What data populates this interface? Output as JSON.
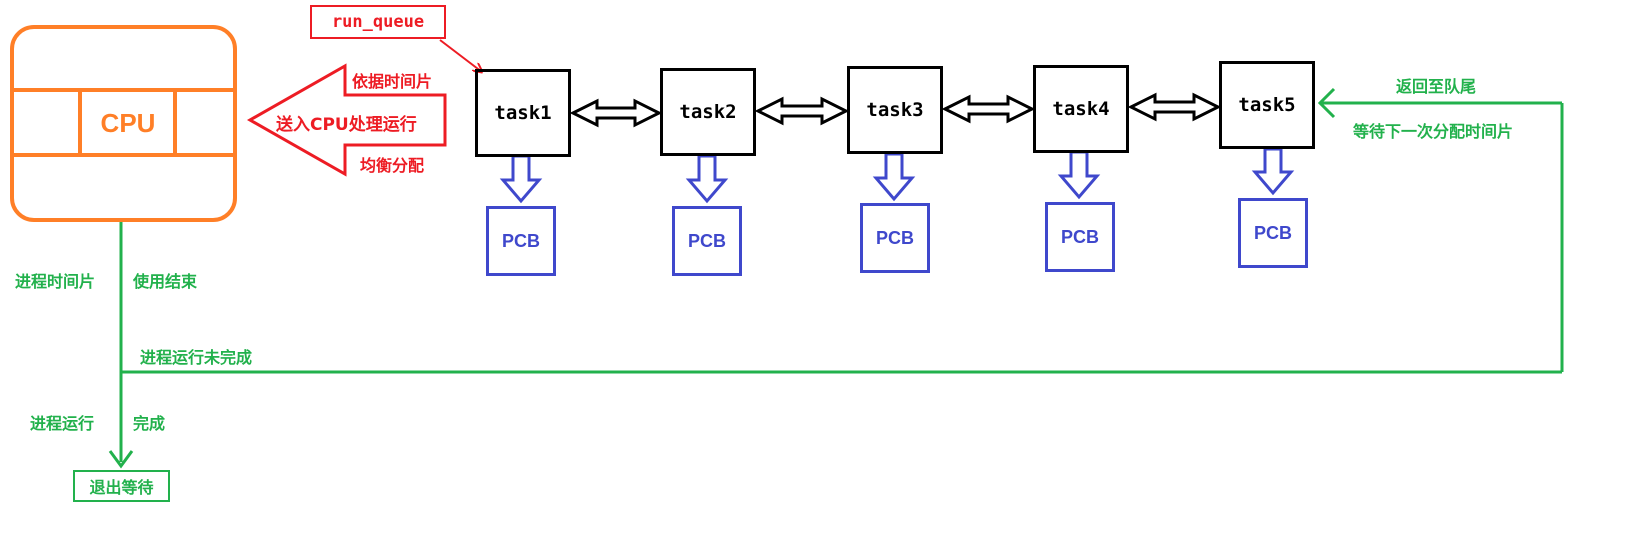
{
  "cpu": {
    "label": "CPU"
  },
  "run_queue": {
    "label": "run_queue"
  },
  "dispatch_arrow": {
    "top_text": "依据时间片",
    "middle_text": "送入CPU处理运行",
    "bottom_text": "均衡分配"
  },
  "tasks": [
    {
      "label": "task1",
      "pcb": "PCB"
    },
    {
      "label": "task2",
      "pcb": "PCB"
    },
    {
      "label": "task3",
      "pcb": "PCB"
    },
    {
      "label": "task4",
      "pcb": "PCB"
    },
    {
      "label": "task5",
      "pcb": "PCB"
    }
  ],
  "return_path": {
    "label_top": "返回至队尾",
    "label_bottom": "等待下一次分配时间片"
  },
  "flow_labels": {
    "slice_left": "进程时间片",
    "slice_right": "使用结束",
    "unfinished": "进程运行未完成",
    "done_left": "进程运行",
    "done_right": "完成"
  },
  "exit": {
    "label": "退出等待"
  },
  "colors": {
    "cpu": "#ff7f27",
    "green": "#22b14c",
    "red": "#ed1c24",
    "blue": "#3f48cc",
    "black": "#000000"
  }
}
